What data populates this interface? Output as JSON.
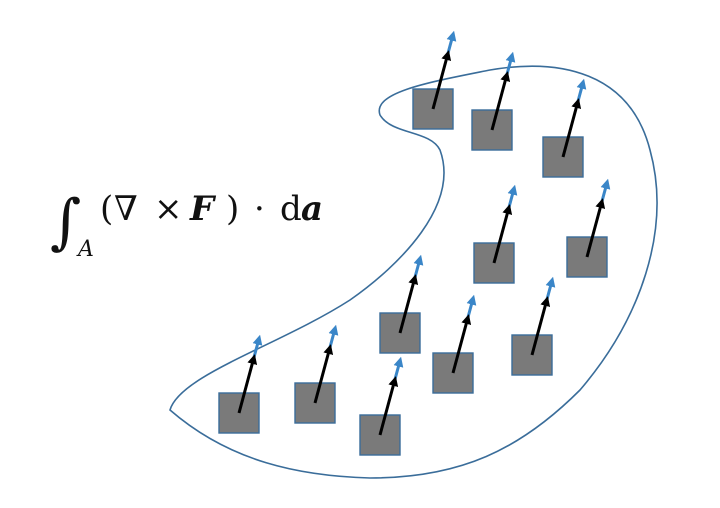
{
  "formula": {
    "integral_sign": "∫",
    "subscript": "A",
    "open_paren": "(",
    "nabla": "∇",
    "cross": "×",
    "field": "F",
    "close_paren": ")",
    "dot": "·",
    "differential": "d",
    "area_vector": "a"
  },
  "colors": {
    "boundary": "#3a6d9a",
    "patch_fill": "#7a7a7a",
    "patch_stroke": "#3a6d9a",
    "curl_arrow": "#000000",
    "normal_arrow": "#3a86c8"
  },
  "icons": {
    "patch": "square-patch-icon",
    "curl": "curl-arrow-icon",
    "normal": "normal-vector-icon"
  }
}
